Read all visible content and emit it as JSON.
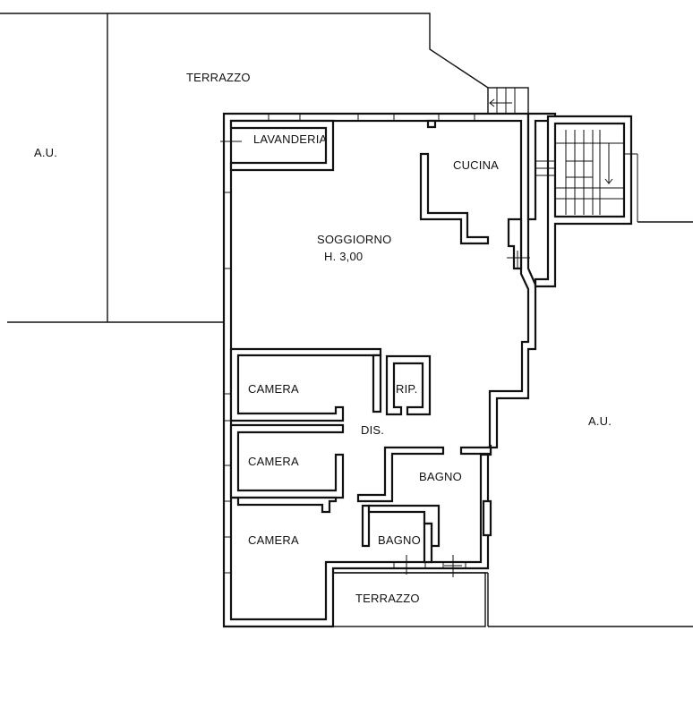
{
  "labels": {
    "au_left": "A.U.",
    "au_right": "A.U.",
    "terrazzo_top": "TERRAZZO",
    "terrazzo_bottom": "TERRAZZO",
    "lavanderia": "LAVANDERIA",
    "cucina": "CUCINA",
    "soggiorno": "SOGGIORNO",
    "soggiorno_height": "H. 3,00",
    "camera_1": "CAMERA",
    "camera_2": "CAMERA",
    "camera_3": "CAMERA",
    "ripostiglio": "RIP.",
    "disimpegno": "DIS.",
    "bagno_1": "BAGNO",
    "bagno_2": "BAGNO"
  },
  "colors": {
    "line": "#111111",
    "background": "#ffffff"
  }
}
